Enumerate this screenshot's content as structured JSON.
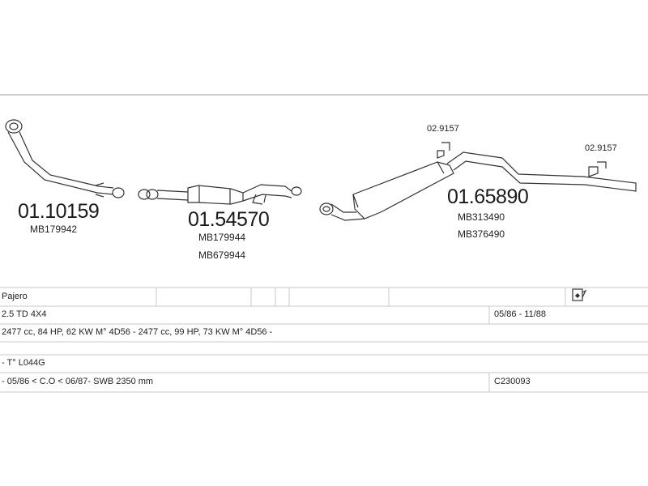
{
  "parts": [
    {
      "part_number": "01.10159",
      "oe_numbers": [
        "MB179942"
      ]
    },
    {
      "part_number": "01.54570",
      "oe_numbers": [
        "MB179944",
        "MB679944"
      ]
    },
    {
      "part_number": "01.65890",
      "oe_numbers": [
        "MB313490",
        "MB376490"
      ]
    }
  ],
  "clamps": [
    "02.9157",
    "02.9157"
  ],
  "table": {
    "model": "Pajero",
    "engine": "2.5 TD 4X4",
    "years": "05/86 - 11/88",
    "specs": "2477 cc, 84 HP, 62 KW  M° 4D56 - 2477 cc, 99 HP, 73 KW  M° 4D56 -",
    "type": "- T° L044G",
    "notes": "- 05/86 < C.O < 06/87- SWB 2350 mm",
    "code": "C230093"
  },
  "icons": {
    "document": "document-icon"
  }
}
